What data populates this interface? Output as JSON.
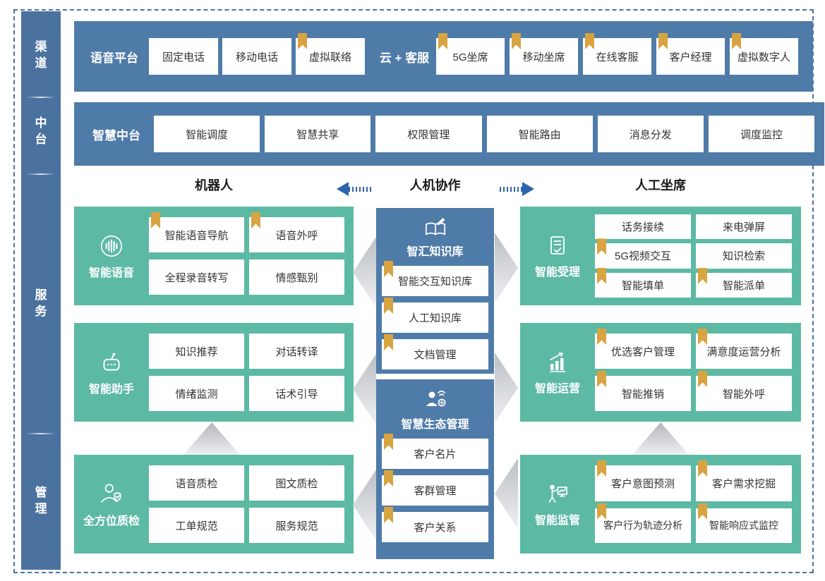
{
  "colors": {
    "row_blue": "#4f7ba8",
    "sidebar_blue": "#4b729f",
    "service_green": "#5cb9a4",
    "bookmark_gold": "#d8a441",
    "flow_arrow_blue": "#2e64ae",
    "chevron_gray": "#c4c4c9",
    "button_text": "#333333"
  },
  "sidebar": {
    "items": [
      {
        "label": "渠道"
      },
      {
        "label": "中台"
      },
      {
        "label": "服务"
      },
      {
        "label": "管理"
      }
    ]
  },
  "rows": {
    "channel": {
      "voice": {
        "title": "语音平台",
        "items": [
          {
            "label": "固定电话",
            "bookmark": false
          },
          {
            "label": "移动电话",
            "bookmark": false
          },
          {
            "label": "虚拟联络",
            "bookmark": true
          }
        ]
      },
      "cloud": {
        "title": "云 + 客服",
        "items": [
          {
            "label": "5G坐席",
            "bookmark": true
          },
          {
            "label": "移动坐席",
            "bookmark": true
          },
          {
            "label": "在线客服",
            "bookmark": true
          },
          {
            "label": "客户经理",
            "bookmark": true
          },
          {
            "label": "虚拟数字人",
            "bookmark": true
          }
        ]
      }
    },
    "platform": {
      "title": "智慧中台",
      "items": [
        {
          "label": "智能调度"
        },
        {
          "label": "智慧共享"
        },
        {
          "label": "权限管理"
        },
        {
          "label": "智能路由"
        },
        {
          "label": "消息分发"
        },
        {
          "label": "调度监控"
        }
      ]
    }
  },
  "collab": {
    "left": "机器人",
    "center": "人机协作",
    "right": "人工坐席"
  },
  "left_blocks": [
    {
      "name": "智能语音",
      "icon": "voice-icon",
      "items": [
        {
          "label": "智能语音导航",
          "bookmark": true
        },
        {
          "label": "语音外呼",
          "bookmark": true
        },
        {
          "label": "全程录音转写",
          "bookmark": false
        },
        {
          "label": "情感甄别",
          "bookmark": false
        }
      ]
    },
    {
      "name": "智能助手",
      "icon": "robot-icon",
      "items": [
        {
          "label": "知识推荐",
          "bookmark": false
        },
        {
          "label": "对话转译",
          "bookmark": false
        },
        {
          "label": "情绪监测",
          "bookmark": false
        },
        {
          "label": "话术引导",
          "bookmark": false
        }
      ]
    },
    {
      "name": "全方位质检",
      "icon": "quality-inspector-icon",
      "items": [
        {
          "label": "语音质检",
          "bookmark": false
        },
        {
          "label": "图文质检",
          "bookmark": false
        },
        {
          "label": "工单规范",
          "bookmark": false
        },
        {
          "label": "服务规范",
          "bookmark": false
        }
      ]
    }
  ],
  "center_blocks": [
    {
      "title": "智汇知识库",
      "icon": "knowledge-book-icon",
      "items": [
        {
          "label": "智能交互知识库",
          "bookmark": true
        },
        {
          "label": "人工知识库",
          "bookmark": true
        },
        {
          "label": "文档管理",
          "bookmark": true
        }
      ]
    },
    {
      "title": "智慧生态管理",
      "icon": "eco-person-icon",
      "items": [
        {
          "label": "客户名片",
          "bookmark": true
        },
        {
          "label": "客群管理",
          "bookmark": true
        },
        {
          "label": "客户关系",
          "bookmark": true
        }
      ]
    }
  ],
  "right_blocks": [
    {
      "name": "智能受理",
      "icon": "document-check-icon",
      "items": [
        {
          "label": "话务接续",
          "bookmark": false
        },
        {
          "label": "来电弹屏",
          "bookmark": false
        },
        {
          "label": "5G视频交互",
          "bookmark": true
        },
        {
          "label": "知识检索",
          "bookmark": false
        },
        {
          "label": "智能填单",
          "bookmark": true
        },
        {
          "label": "智能派单",
          "bookmark": true
        }
      ]
    },
    {
      "name": "智能运营",
      "icon": "chart-growth-icon",
      "items": [
        {
          "label": "优选客户管理",
          "bookmark": true
        },
        {
          "label": "满意度运营分析",
          "bookmark": true
        },
        {
          "label": "智能推销",
          "bookmark": true
        },
        {
          "label": "智能外呼",
          "bookmark": true
        }
      ]
    },
    {
      "name": "智能监管",
      "icon": "presenter-board-icon",
      "items": [
        {
          "label": "客户意图预测",
          "bookmark": true
        },
        {
          "label": "客户需求挖掘",
          "bookmark": true
        },
        {
          "label": "客户行为轨迹分析",
          "bookmark": true
        },
        {
          "label": "智能响应式监控",
          "bookmark": true
        }
      ]
    }
  ]
}
